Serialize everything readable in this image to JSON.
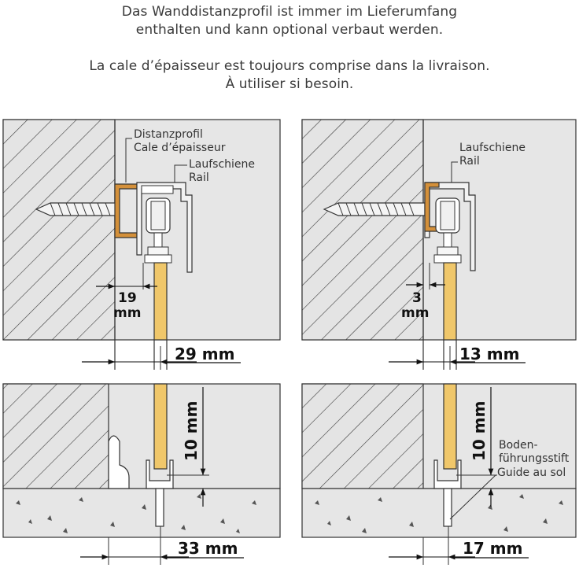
{
  "header": {
    "de_line1": "Das Wanddistanzprofil ist immer im Lieferumfang",
    "de_line2": "enthalten und kann optional verbaut werden.",
    "fr_line1": "La cale d’épaisseur est toujours comprise dans la livraison.",
    "fr_line2": "À utiliser si besoin."
  },
  "top_left": {
    "label_spacer_de": "Distanzprofil",
    "label_spacer_fr": "Cale d’épaisseur",
    "label_rail_de": "Laufschiene",
    "label_rail_fr": "Rail",
    "gap_value": "19",
    "gap_unit": "mm",
    "distance": "29 mm"
  },
  "top_right": {
    "label_rail_de": "Laufschiene",
    "label_rail_fr": "Rail",
    "gap_value": "3",
    "gap_unit": "mm",
    "distance": "13 mm"
  },
  "bottom_left": {
    "height": "10 mm",
    "distance": "33 mm"
  },
  "bottom_right": {
    "height": "10 mm",
    "label_guide_de_1": "Boden-",
    "label_guide_de_2": "führungsstift",
    "label_guide_fr": "Guide au sol",
    "distance": "17 mm"
  },
  "colors": {
    "wall_gray": "#e6e6e6",
    "panel_wood": "#f0c76a",
    "spacer_orange": "#d4903a"
  }
}
